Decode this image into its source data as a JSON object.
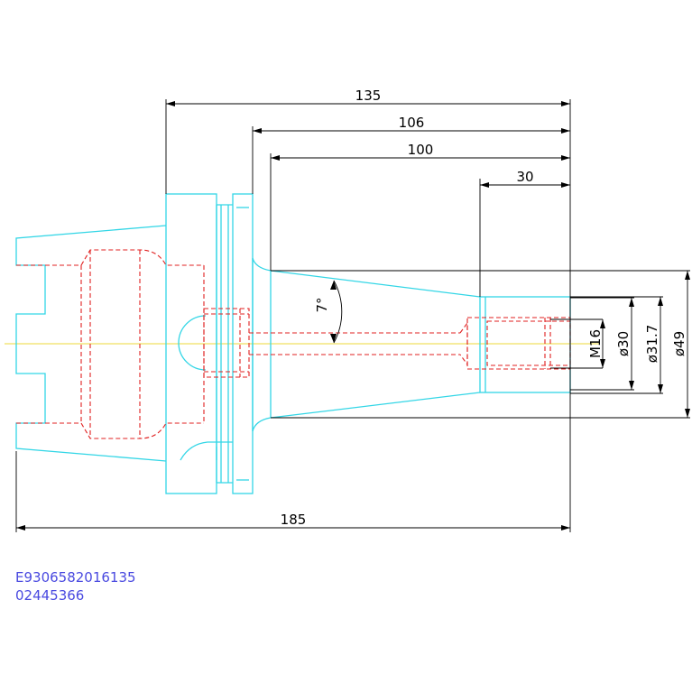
{
  "colors": {
    "outline": "#33d6e6",
    "hidden": "#e02020",
    "centerline": "#f0e060",
    "dimension": "#000000",
    "code_text": "#4a4ae0"
  },
  "dimensions": {
    "overall_length": "185",
    "gauge_length": "135",
    "length_106": "106",
    "length_100": "100",
    "length_30": "30",
    "taper_angle": "7°",
    "thread": "M16",
    "dia_30": "ø30",
    "dia_31_7": "ø31.7",
    "dia_49": "ø49"
  },
  "codes": {
    "part_number": "E9306582016135",
    "order_number": "02445366"
  }
}
